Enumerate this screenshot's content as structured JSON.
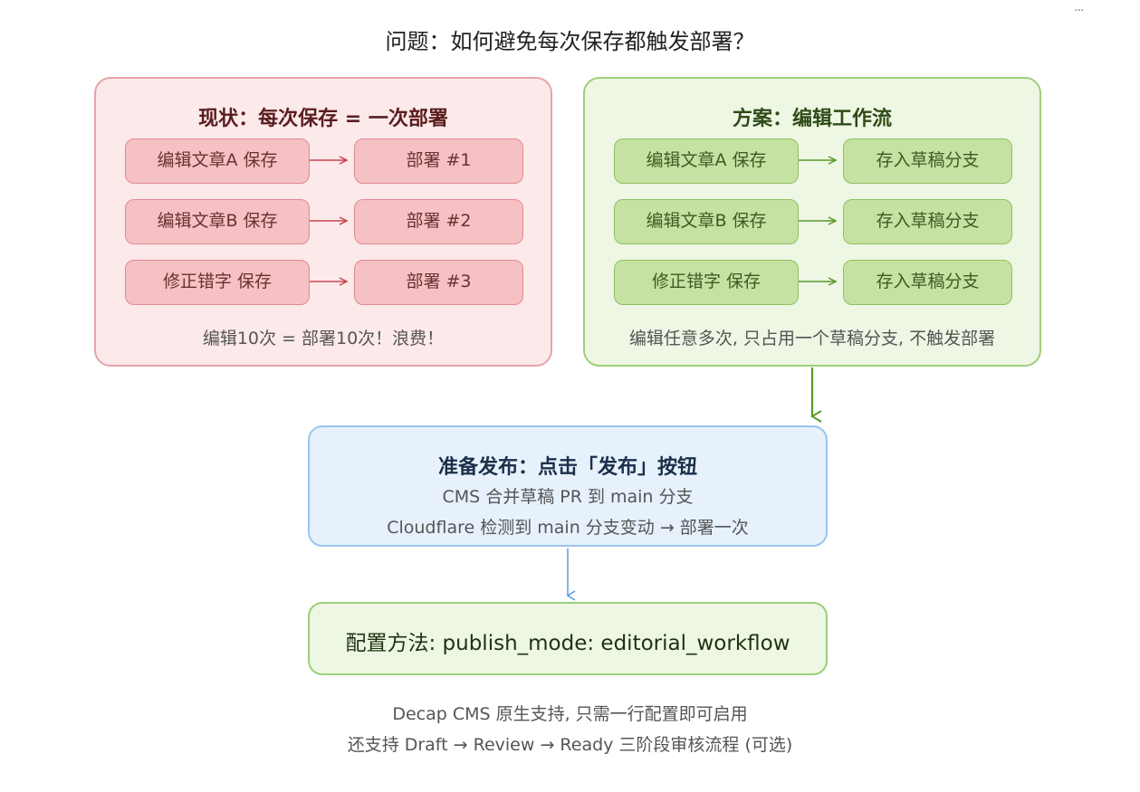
{
  "title": "问题：如何避免每次保存都触发部署？",
  "more_icon": "···",
  "left_panel": {
    "title": "现状：每次保存 = 一次部署",
    "rows": [
      {
        "from": "编辑文章A 保存",
        "to": "部署 #1"
      },
      {
        "from": "编辑文章B 保存",
        "to": "部署 #2"
      },
      {
        "from": "修正错字 保存",
        "to": "部署 #3"
      }
    ],
    "note": "编辑10次 = 部署10次！浪费！"
  },
  "right_panel": {
    "title": "方案：编辑工作流",
    "rows": [
      {
        "from": "编辑文章A 保存",
        "to": "存入草稿分支"
      },
      {
        "from": "编辑文章B 保存",
        "to": "存入草稿分支"
      },
      {
        "from": "修正错字 保存",
        "to": "存入草稿分支"
      }
    ],
    "note": "编辑任意多次, 只占用一个草稿分支, 不触发部署"
  },
  "publish": {
    "title": "准备发布：点击「发布」按钮",
    "line1": "CMS 合并草稿 PR 到 main 分支",
    "line2": "Cloudflare 检测到 main 分支变动 → 部署一次"
  },
  "config": {
    "text": "配置方法: publish_mode: editorial_workflow"
  },
  "footer": {
    "line1": "Decap CMS 原生支持, 只需一行配置即可启用",
    "line2": "还支持 Draft → Review → Ready 三阶段审核流程 (可选)"
  },
  "colors": {
    "red_arrow": "#c9474f",
    "green_arrow": "#5a9a2a",
    "blue_arrow": "#5a9bdc"
  }
}
